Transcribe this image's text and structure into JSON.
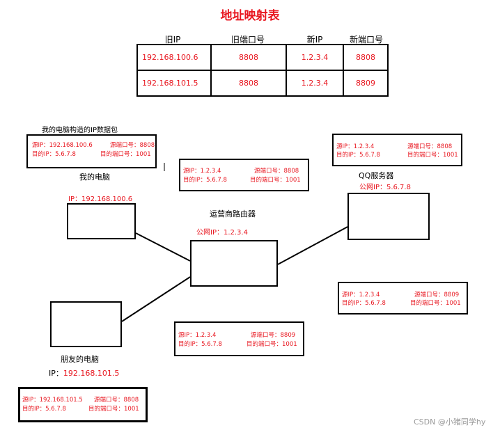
{
  "title": "地址映射表",
  "table": {
    "headers": [
      "旧IP",
      "旧端口号",
      "新IP",
      "新端口号"
    ],
    "rows": [
      [
        "192.168.100.6",
        "8808",
        "1.2.3.4",
        "8808"
      ],
      [
        "192.168.101.5",
        "8808",
        "1.2.3.4",
        "8809"
      ]
    ]
  },
  "my_pc": {
    "packet_caption": "我的电脑构造的IP数据包",
    "packet": {
      "src_ip": "源IP：192.168.100.6",
      "src_port": "源端口号：8808",
      "dst_ip": "目的IP：5.6.7.8",
      "dst_port": "目的端口号：1001"
    },
    "label": "我的电脑",
    "ip": "IP：192.168.100.6"
  },
  "router": {
    "label": "运营商路由器",
    "public_ip": "公网IP：1.2.3.4",
    "packet_top": {
      "src_ip": "源IP：1.2.3.4",
      "src_port": "源端口号：8808",
      "dst_ip": "目的IP：5.6.7.8",
      "dst_port": "目的端口号：1001"
    },
    "packet_bottom": {
      "src_ip": "源IP：1.2.3.4",
      "src_port": "源端口号：8809",
      "dst_ip": "目的IP：5.6.7.8",
      "dst_port": "目的端口号：1001"
    }
  },
  "qq_server": {
    "label": "QQ服务器",
    "public_ip": "公网IP：5.6.7.8",
    "packet_top": {
      "src_ip": "源IP：1.2.3.4",
      "src_port": "源端口号：8808",
      "dst_ip": "目的IP：5.6.7.8",
      "dst_port": "目的端口号：1001"
    },
    "packet_bottom": {
      "src_ip": "源IP：1.2.3.4",
      "src_port": "源端口号：8809",
      "dst_ip": "目的IP：5.6.7.8",
      "dst_port": "目的端口号：1001"
    }
  },
  "friend_pc": {
    "label": "朋友的电脑",
    "ip_prefix": "IP：",
    "ip_value": "192.168.101.5",
    "packet": {
      "src_ip": "源IP：192.168.101.5",
      "src_port": "源端口号：8808",
      "dst_ip": "目的IP：5.6.7.8",
      "dst_port": "目的端口号：1001"
    }
  },
  "watermark": "CSDN @小猪同学hy",
  "colors": {
    "accent": "#e8161f",
    "line": "#000000"
  }
}
